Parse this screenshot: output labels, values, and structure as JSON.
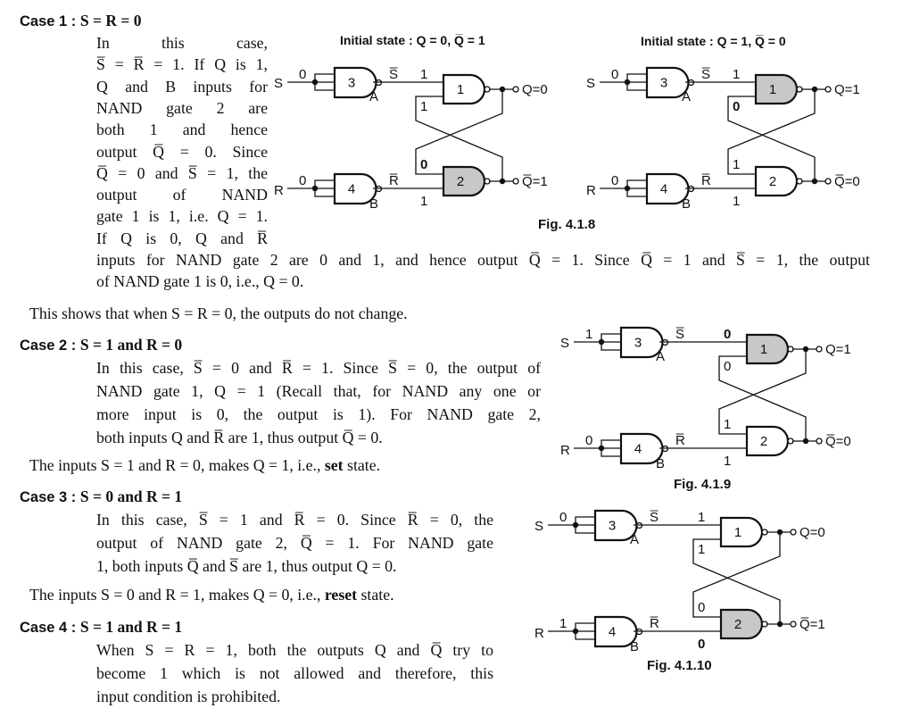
{
  "case1": {
    "heading": "Case 1 : ",
    "condition": "S = R = 0",
    "narrow_lines": [
      "In this case,",
      "S̅ = R̅ = 1. If Q is 1,",
      "Q and B inputs for",
      "NAND gate 2 are",
      "both 1 and hence",
      "output Q̅ = 0. Since",
      "Q̅ = 0 and S̅ = 1, the",
      "output of NAND",
      "gate 1 is 1, i.e. Q = 1.",
      "If Q is 0, Q and R̅"
    ],
    "wide_lines": [
      "inputs for NAND gate 2 are 0 and 1, and hence output Q̅ = 1. Since Q̅ = 1 and S̅ = 1, the output",
      "of NAND gate 1 is 0, i.e., Q = 0."
    ],
    "summary": "This shows that when S = R = 0, the outputs do not change."
  },
  "case2": {
    "heading": "Case 2 : ",
    "condition": "S = 1 and R = 0",
    "lines": [
      "In this case, S̅ = 0 and R̅ = 1. Since S̅ = 0, the output of",
      "NAND gate 1, Q = 1 (Recall that, for NAND any one or",
      "more input is 0, the output is 1). For NAND gate 2,",
      "both inputs Q and R̅ are 1, thus output Q̅ = 0."
    ],
    "summary_prefix": "The inputs S = 1 and R = 0, makes Q = 1, i.e., ",
    "summary_bold": "set",
    "summary_suffix": " state."
  },
  "case3": {
    "heading": "Case 3 : ",
    "condition": "S = 0 and R = 1",
    "lines": [
      "In this case, S̅ = 1 and R̅ = 0. Since R̅ = 0, the",
      "output of NAND gate 2, Q̅ = 1. For NAND gate",
      "1, both inputs Q̅ and S̅ are 1, thus output Q = 0."
    ],
    "summary_prefix": "The inputs S = 0 and R = 1, makes Q = 0, i.e., ",
    "summary_bold": "reset",
    "summary_suffix": " state."
  },
  "case4": {
    "heading": "Case 4 : ",
    "condition": "S = 1 and R = 1",
    "lines": [
      "When S = R = 1, both the outputs Q and Q̅ try to",
      "become 1 which is not allowed and therefore, this",
      "input condition is prohibited."
    ]
  },
  "figures": [
    {
      "title": "Initial state : Q = 0, Q̅ = 1",
      "caption": "",
      "s_in": "0",
      "r_in": "0",
      "s_bar_label": "S̅",
      "r_bar_label": "R̅",
      "s_bar": "1",
      "r_bar": "1",
      "g1_fb": "1",
      "g2_fb": "0",
      "q": "Q=0",
      "qbar": "Q̅=1",
      "a_label": "A",
      "b_label": "B",
      "gates": [
        "1",
        "2",
        "3",
        "4"
      ],
      "shaded_gate": "2"
    },
    {
      "title": "Initial state : Q = 1, Q̅ = 0",
      "caption": "",
      "s_in": "0",
      "r_in": "0",
      "s_bar_label": "S̅",
      "r_bar_label": "R̅",
      "s_bar": "1",
      "r_bar": "1",
      "g1_fb": "0",
      "g2_fb": "1",
      "q": "Q=1",
      "qbar": "Q̅=0",
      "a_label": "A",
      "b_label": "B",
      "gates": [
        "1",
        "2",
        "3",
        "4"
      ],
      "shaded_gate": "1"
    },
    {
      "title": "",
      "caption": "Fig. 4.1.9",
      "s_in": "1",
      "r_in": "0",
      "s_bar_label": "S̅",
      "r_bar_label": "R̅",
      "s_bar": "0",
      "r_bar": "1",
      "g1_fb": "0",
      "g2_fb": "1",
      "q": "Q=1",
      "qbar": "Q̅=0",
      "a_label": "A",
      "b_label": "B",
      "gates": [
        "1",
        "2",
        "3",
        "4"
      ],
      "shaded_gate": "1"
    },
    {
      "title": "",
      "caption": "Fig. 4.1.10",
      "s_in": "0",
      "r_in": "1",
      "s_bar_label": "S̅",
      "r_bar_label": "R̅",
      "s_bar": "1",
      "r_bar": "0",
      "g1_fb": "1",
      "g2_fb": "0",
      "q": "Q=0",
      "qbar": "Q̅=1",
      "a_label": "A",
      "b_label": "B",
      "gates": [
        "1",
        "2",
        "3",
        "4"
      ],
      "shaded_gate": "2"
    }
  ],
  "fig_4_1_8_caption": "Fig. 4.1.8",
  "colors": {
    "ink": "#111111",
    "shade": "#c8c8c8"
  }
}
